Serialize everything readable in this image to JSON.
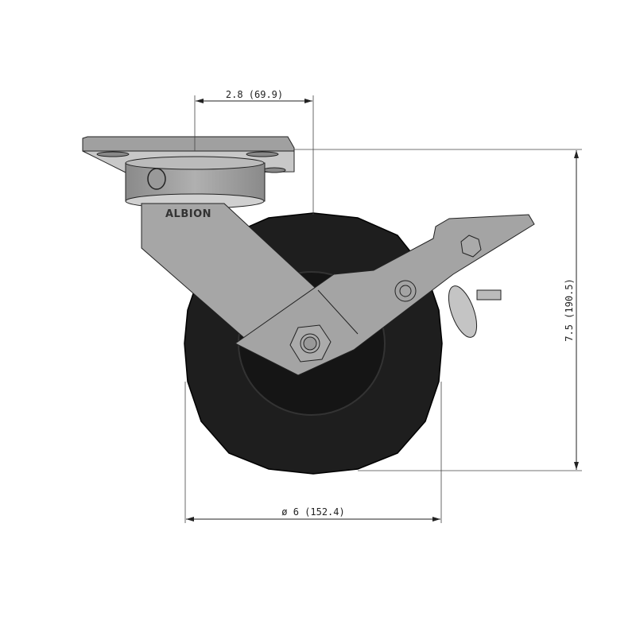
{
  "drawing": {
    "brand_text": "ALBION",
    "dimensions": {
      "offset": "2.8 (69.9)",
      "height": "7.5 (190.5)",
      "wheel_diameter": "ø 6 (152.4)"
    },
    "colors": {
      "metal": "#9a9a9a",
      "metal_light": "#b4b4b4",
      "wheel": "#1e1e1e",
      "line": "#222222"
    }
  }
}
